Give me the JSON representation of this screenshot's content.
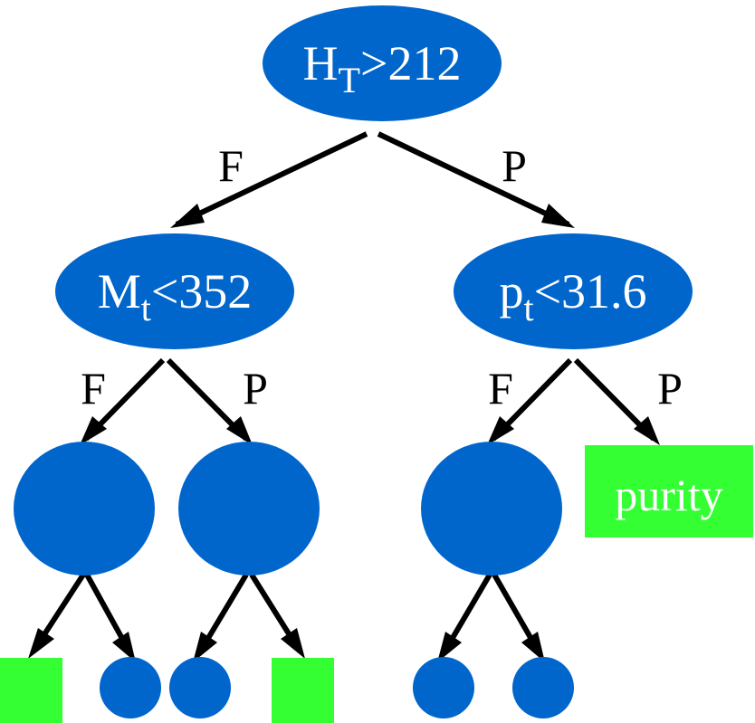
{
  "colors": {
    "node": "#0066cc",
    "leaf": "#33ff33",
    "arrow": "#000000",
    "text": "#ffffff"
  },
  "root": {
    "var": "H",
    "sub": "T",
    "cut": ">212"
  },
  "left_node": {
    "var": "M",
    "sub": "t",
    "cut": "<352"
  },
  "right_node": {
    "var": "p",
    "sub": "t",
    "cut": "<31.6"
  },
  "edge_labels": {
    "root_left": "F",
    "root_right": "P",
    "left_left": "F",
    "left_right": "P",
    "right_left": "F",
    "right_right": "P"
  },
  "purity_leaf": {
    "label": "purity"
  }
}
